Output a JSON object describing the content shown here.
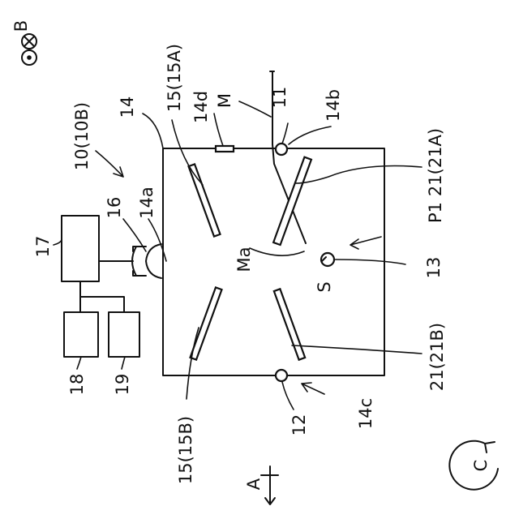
{
  "figure": {
    "labels": {
      "b": "B",
      "a": "A",
      "c": "C",
      "m": "M",
      "ma": "Ma",
      "s": "S",
      "p1": "P1",
      "ref_10": "10(10B)",
      "ref_11": "11",
      "ref_12": "12",
      "ref_13": "13",
      "ref_14": "14",
      "ref_14a": "14a",
      "ref_14b": "14b",
      "ref_14c": "14c",
      "ref_14d": "14d",
      "ref_15a": "15(15A)",
      "ref_15b": "15(15B)",
      "ref_16": "16",
      "ref_17": "17",
      "ref_18": "18",
      "ref_19": "19",
      "ref_21a": "21(21A)",
      "ref_21b": "21(21B)"
    }
  }
}
